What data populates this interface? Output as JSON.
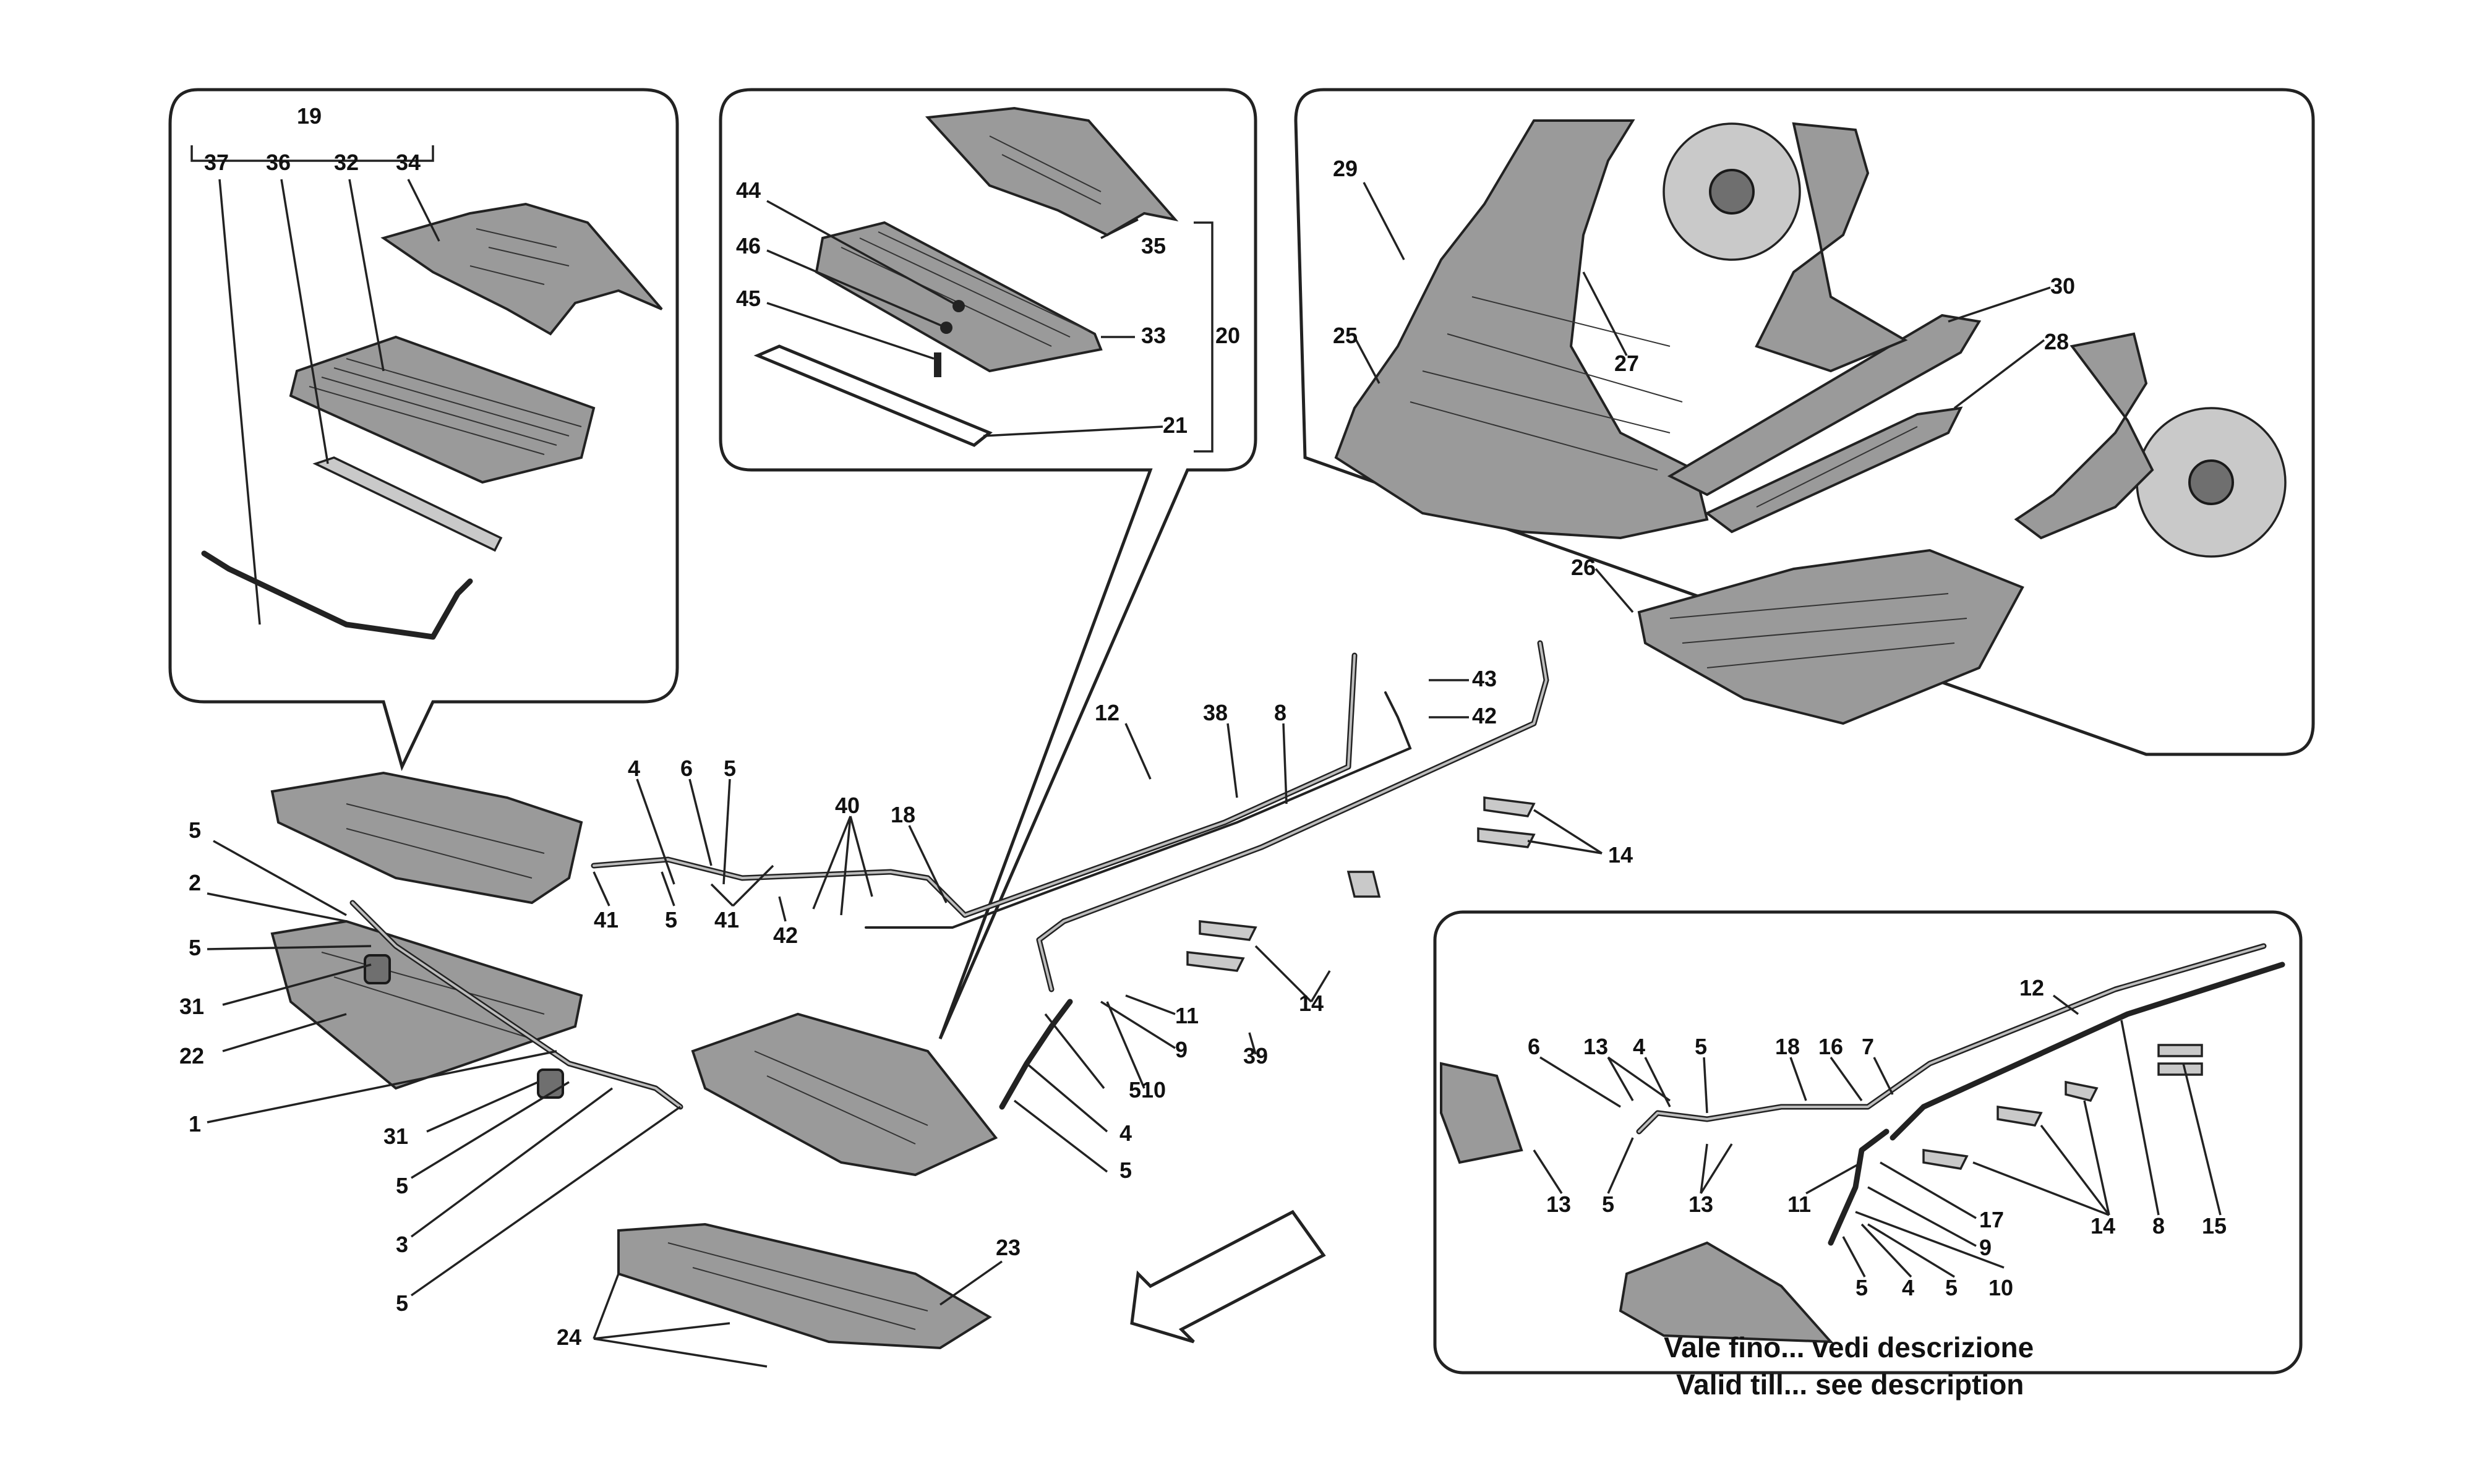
{
  "callouts": [
    {
      "id": "c19-top",
      "text": "19"
    },
    {
      "id": "c37",
      "text": "37"
    },
    {
      "id": "c36",
      "text": "36"
    },
    {
      "id": "c32",
      "text": "32"
    },
    {
      "id": "c34",
      "text": "34"
    },
    {
      "id": "c44",
      "text": "44"
    },
    {
      "id": "c46",
      "text": "46"
    },
    {
      "id": "c45",
      "text": "45"
    },
    {
      "id": "c35",
      "text": "35"
    },
    {
      "id": "c33",
      "text": "33"
    },
    {
      "id": "c20",
      "text": "20"
    },
    {
      "id": "c21",
      "text": "21"
    },
    {
      "id": "c29",
      "text": "29"
    },
    {
      "id": "c25",
      "text": "25"
    },
    {
      "id": "c27",
      "text": "27"
    },
    {
      "id": "c30",
      "text": "30"
    },
    {
      "id": "c28",
      "text": "28"
    },
    {
      "id": "c26",
      "text": "26"
    },
    {
      "id": "c43",
      "text": "43"
    },
    {
      "id": "c42a",
      "text": "42"
    },
    {
      "id": "c12a",
      "text": "12"
    },
    {
      "id": "c38",
      "text": "38"
    },
    {
      "id": "c8a",
      "text": "8"
    },
    {
      "id": "c4a",
      "text": "4"
    },
    {
      "id": "c6a",
      "text": "6"
    },
    {
      "id": "c5a",
      "text": "5"
    },
    {
      "id": "c40",
      "text": "40"
    },
    {
      "id": "c18a",
      "text": "18"
    },
    {
      "id": "c14a",
      "text": "14"
    },
    {
      "id": "c5b",
      "text": "5"
    },
    {
      "id": "c2",
      "text": "2"
    },
    {
      "id": "c5c",
      "text": "5"
    },
    {
      "id": "c31a",
      "text": "31"
    },
    {
      "id": "c22",
      "text": "22"
    },
    {
      "id": "c1",
      "text": "1"
    },
    {
      "id": "c31b",
      "text": "31"
    },
    {
      "id": "c5d",
      "text": "5"
    },
    {
      "id": "c3",
      "text": "3"
    },
    {
      "id": "c5e",
      "text": "5"
    },
    {
      "id": "c41a",
      "text": "41"
    },
    {
      "id": "c5f",
      "text": "5"
    },
    {
      "id": "c41b",
      "text": "41"
    },
    {
      "id": "c42b",
      "text": "42"
    },
    {
      "id": "c11a",
      "text": "11"
    },
    {
      "id": "c9a",
      "text": "9"
    },
    {
      "id": "c10a",
      "text": "10"
    },
    {
      "id": "c5g",
      "text": "5"
    },
    {
      "id": "c4b",
      "text": "4"
    },
    {
      "id": "c5h",
      "text": "5"
    },
    {
      "id": "c14b",
      "text": "14"
    },
    {
      "id": "c39",
      "text": "39"
    },
    {
      "id": "c23",
      "text": "23"
    },
    {
      "id": "c24",
      "text": "24"
    },
    {
      "id": "c12b",
      "text": "12"
    },
    {
      "id": "c6b",
      "text": "6"
    },
    {
      "id": "c13a",
      "text": "13"
    },
    {
      "id": "c4c",
      "text": "4"
    },
    {
      "id": "c5i",
      "text": "5"
    },
    {
      "id": "c18b",
      "text": "18"
    },
    {
      "id": "c16",
      "text": "16"
    },
    {
      "id": "c7",
      "text": "7"
    },
    {
      "id": "c13b",
      "text": "13"
    },
    {
      "id": "c5j",
      "text": "5"
    },
    {
      "id": "c13c",
      "text": "13"
    },
    {
      "id": "c11b",
      "text": "11"
    },
    {
      "id": "c17",
      "text": "17"
    },
    {
      "id": "c9b",
      "text": "9"
    },
    {
      "id": "c5k",
      "text": "5"
    },
    {
      "id": "c4d",
      "text": "4"
    },
    {
      "id": "c5l",
      "text": "5"
    },
    {
      "id": "c10b",
      "text": "10"
    },
    {
      "id": "c14c",
      "text": "14"
    },
    {
      "id": "c8b",
      "text": "8"
    },
    {
      "id": "c15",
      "text": "15"
    }
  ],
  "notes": {
    "line1": "Vale fino... vedi descrizione",
    "line2": "Valid till... see description"
  },
  "icons": {
    "direction_arrow": "front-direction-arrow-icon"
  }
}
